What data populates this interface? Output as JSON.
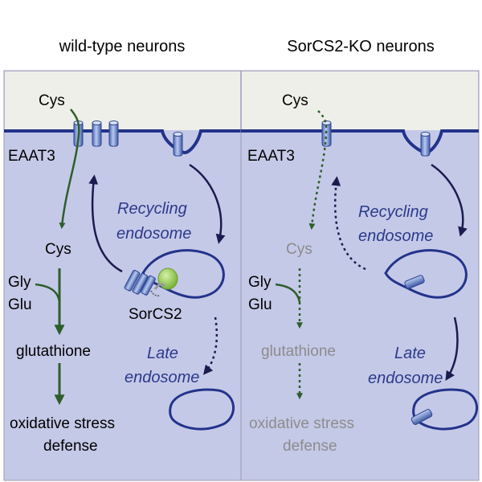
{
  "panels": {
    "left": {
      "title": "wild-type neurons",
      "cys_outside": "Cys",
      "eaat3": "EAAT3",
      "cys_inside": "Cys",
      "gly": "Gly",
      "glu": "Glu",
      "glutathione": "glutathione",
      "defense_line1": "oxidative stress",
      "defense_line2": "defense",
      "recycling_line1": "Recycling",
      "recycling_line2": "endosome",
      "sorcs2": "SorCS2",
      "late_line1": "Late",
      "late_line2": "endosome"
    },
    "right": {
      "title": "SorCS2-KO neurons",
      "cys_outside": "Cys",
      "eaat3": "EAAT3",
      "cys_inside": "Cys",
      "gly": "Gly",
      "glu": "Glu",
      "glutathione": "glutathione",
      "defense_line1": "oxidative stress",
      "defense_line2": "defense",
      "recycling_line1": "Recycling",
      "recycling_line2": "endosome",
      "late_line1": "Late",
      "late_line2": "endosome"
    }
  },
  "colors": {
    "cell_fill": "#c5c9e8",
    "outside_fill": "#efefe9",
    "membrane": "#23338a",
    "pathway_green": "#2d5e2a",
    "trafficking_arrow": "#1c1b4e",
    "endosome_outline": "#23338a",
    "label_blue": "#2b3a8a",
    "inactive_grey": "#8c8c8c",
    "sorcs2_green": "#8cc63f"
  }
}
